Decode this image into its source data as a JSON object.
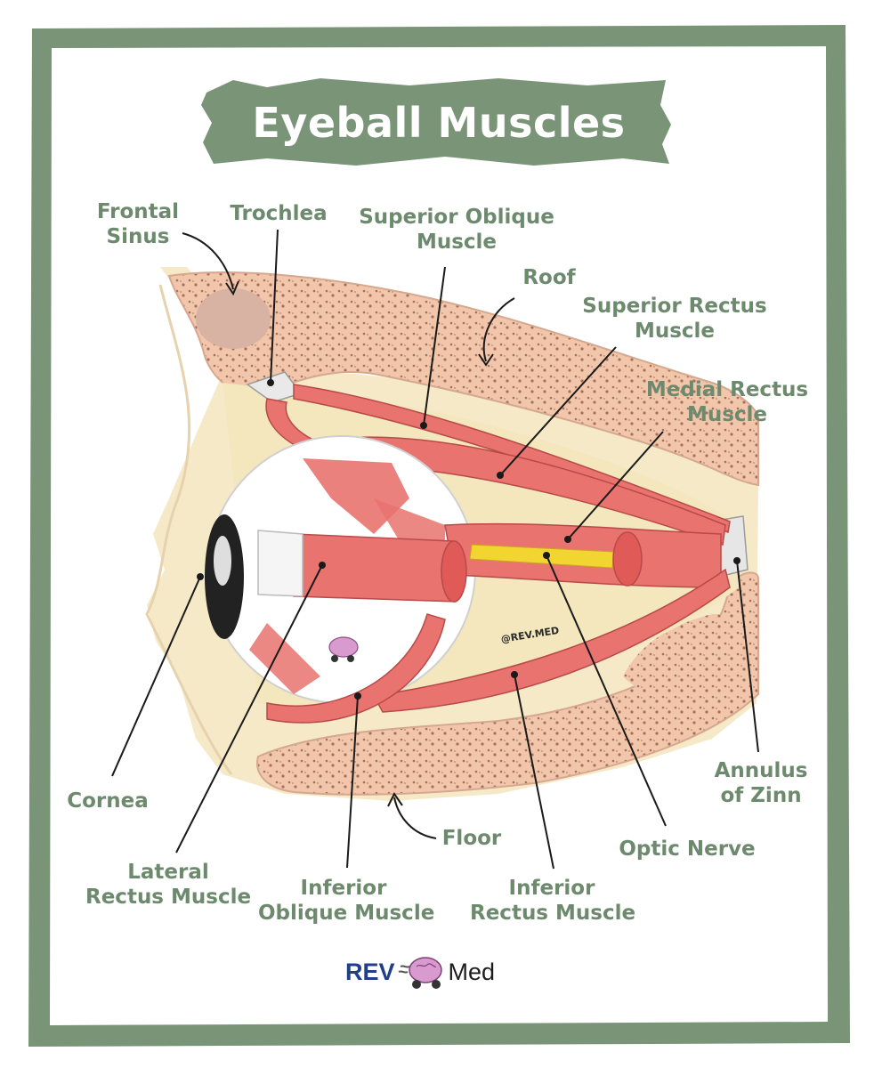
{
  "title": "Eyeball Muscles",
  "labels": {
    "frontal_sinus": [
      "Frontal",
      "Sinus"
    ],
    "trochlea": [
      "Trochlea"
    ],
    "superior_oblique": [
      "Superior Oblique",
      "Muscle"
    ],
    "roof": [
      "Roof"
    ],
    "superior_rectus": [
      "Superior Rectus",
      "Muscle"
    ],
    "medial_rectus": [
      "Medial Rectus",
      "Muscle"
    ],
    "annulus": [
      "Annulus",
      "of Zinn"
    ],
    "optic_nerve": [
      "Optic Nerve"
    ],
    "inferior_rectus": [
      "Inferior",
      "Rectus Muscle"
    ],
    "floor": [
      "Floor"
    ],
    "inferior_oblique": [
      "Inferior",
      "Oblique Muscle"
    ],
    "lateral_rectus": [
      "Lateral",
      "Rectus Muscle"
    ],
    "cornea": [
      "Cornea"
    ]
  },
  "watermark": "@REV.MED",
  "logo": {
    "left": "REV",
    "right": "Med"
  },
  "colors": {
    "frame": "#7a9478",
    "label": "#6d8a6e",
    "muscle": "#e8736f",
    "bone": "#f3cfb3",
    "skin": "#f6e9c8",
    "nerve": "#f2d530"
  }
}
